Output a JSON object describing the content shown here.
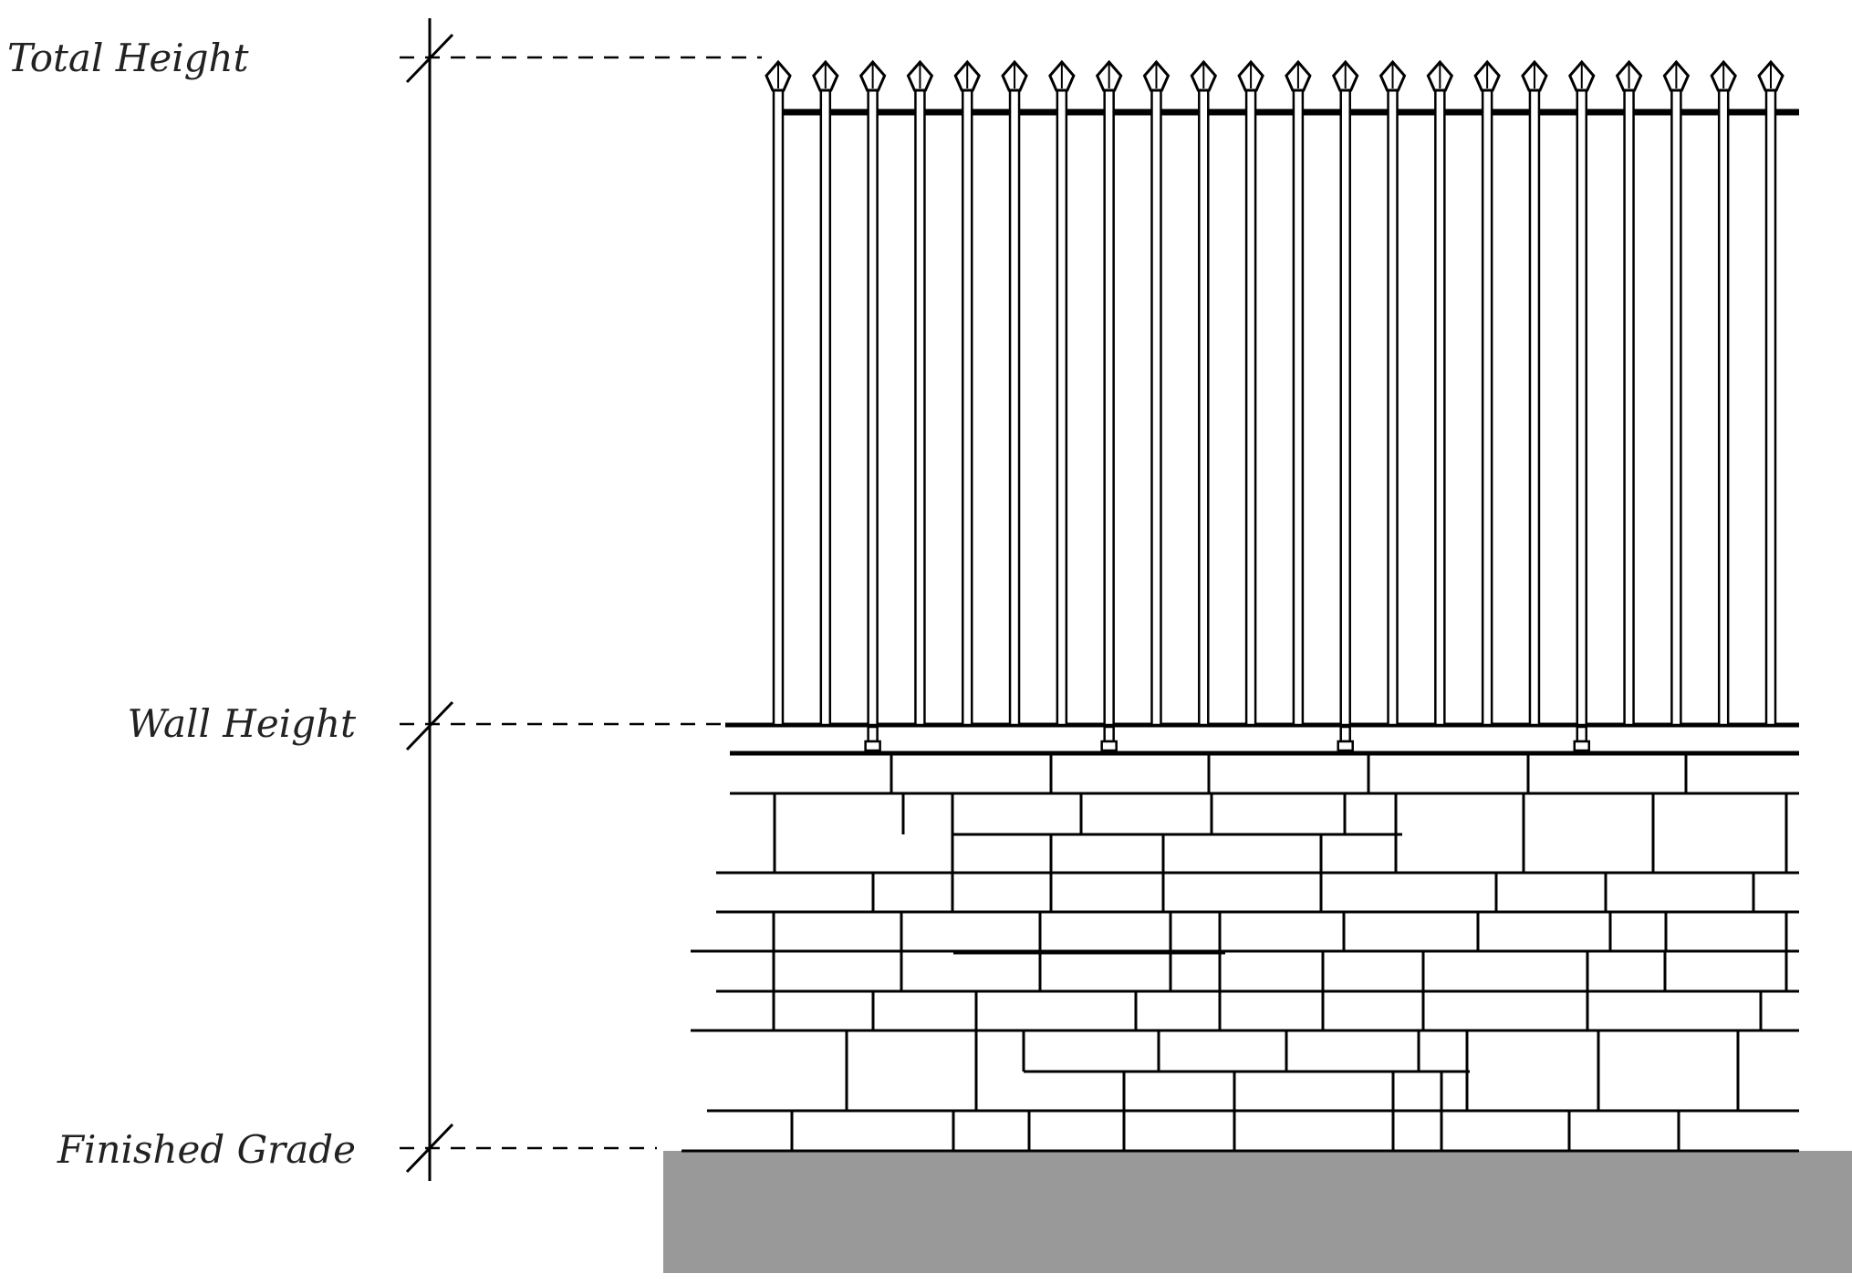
{
  "labels": {
    "total_height": "Total Height",
    "wall_height": "Wall Height",
    "finished_grade": "Finished Grade"
  },
  "colors": {
    "line": "#000000",
    "ground": "#999999",
    "background": "#ffffff"
  },
  "fence": {
    "picket_count": 22,
    "bracket_count": 4
  }
}
